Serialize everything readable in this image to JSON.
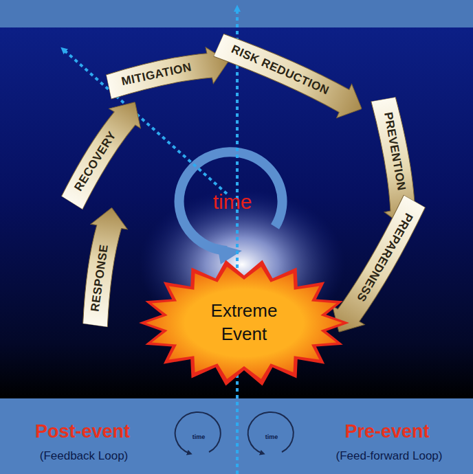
{
  "diagram": {
    "nodes": [
      {
        "text": [
          "MITIGATION"
        ]
      },
      {
        "text": [
          "RISK REDUCTION"
        ]
      },
      {
        "text": [
          "PREVENTION"
        ]
      },
      {
        "text": [
          "PREPAREDNESS"
        ]
      },
      {
        "text": [
          "Extreme Event"
        ]
      },
      {
        "text": [
          "RESPONSE"
        ]
      },
      {
        "text": [
          "RECOVERY"
        ]
      }
    ],
    "labels": [
      "time",
      "Post-event",
      "(Feedback Loop)",
      "time",
      "time",
      "Pre-event",
      "(Feed-forward Loop)"
    ]
  }
}
